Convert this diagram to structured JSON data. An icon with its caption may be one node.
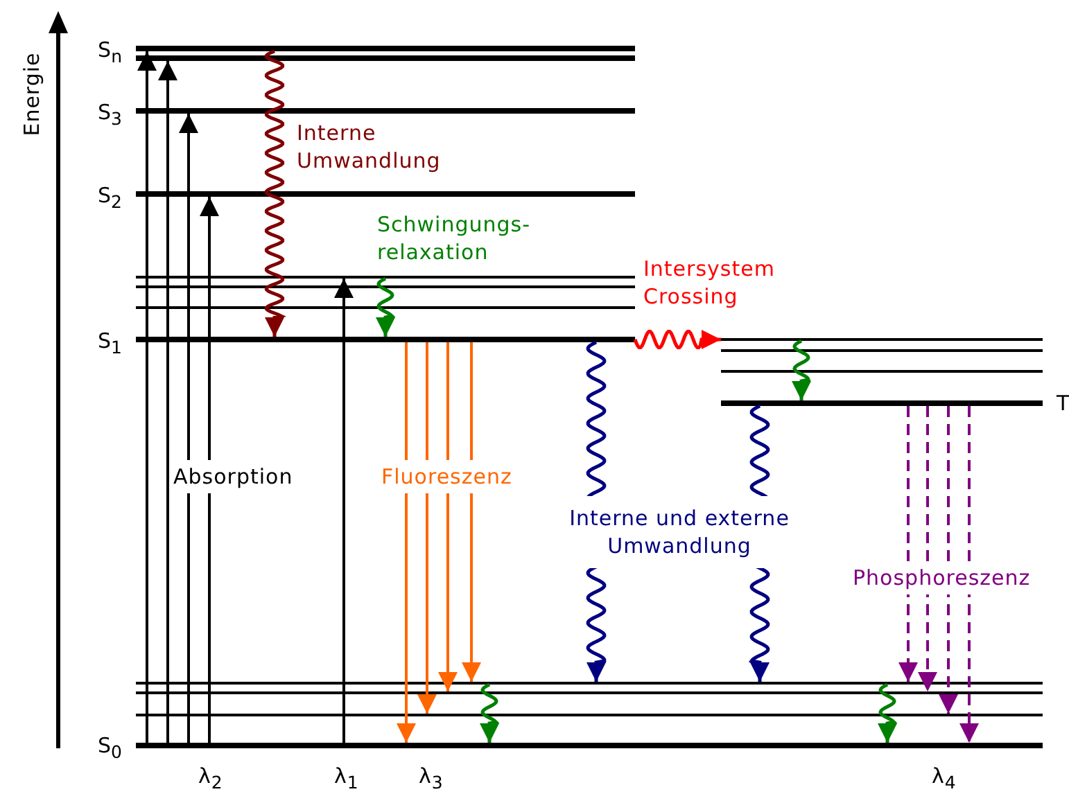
{
  "diagram": {
    "nodes": [
      {
        "text": [
          "S$_{n}$"
        ]
      },
      {
        "text": [],
        "shape": "bar"
      },
      {
        "text": [
          "S$_{3}$"
        ]
      },
      {
        "text": [
          "S$_{2}$"
        ]
      },
      {
        "text": [],
        "shape": "bar"
      },
      {
        "text": [],
        "shape": "bar"
      },
      {
        "text": [],
        "shape": "bar"
      },
      {
        "text": [
          "S$_{1}$"
        ]
      },
      {
        "text": [],
        "shape": "bar"
      },
      {
        "text": [],
        "shape": "bar"
      },
      {
        "text": [],
        "shape": "bar"
      },
      {
        "text": [
          "T"
        ]
      },
      {
        "text": [],
        "shape": "bar"
      },
      {
        "text": [],
        "shape": "bar"
      },
      {
        "text": [],
        "shape": "bar"
      },
      {
        "text": [
          "S$_{0}$"
        ]
      }
    ],
    "edges": [
      {
        "from": 15,
        "to": 0,
        "arrow": "to"
      },
      {
        "from": 15,
        "to": 1,
        "arrow": "to"
      },
      {
        "from": 15,
        "to": 2,
        "arrow": "to"
      },
      {
        "from": 15,
        "to": 3,
        "arrow": "to"
      },
      {
        "from": 15,
        "to": 4,
        "arrow": "to"
      },
      {
        "from": 0,
        "to": 7,
        "arrow": "to",
        "color": "#800000"
      },
      {
        "from": 4,
        "to": 7,
        "arrow": "to",
        "color": "#008000"
      },
      {
        "from": 7,
        "to": 15,
        "arrow": "to",
        "color": "#ff6600"
      },
      {
        "from": 7,
        "to": 14,
        "arrow": "to",
        "color": "#ff6600"
      },
      {
        "from": 7,
        "to": 13,
        "arrow": "to",
        "color": "#ff6600"
      },
      {
        "from": 7,
        "to": 12,
        "arrow": "to",
        "color": "#ff6600"
      },
      {
        "from": 12,
        "to": 15,
        "arrow": "to",
        "color": "#008000"
      },
      {
        "from": 7,
        "to": 8,
        "arrow": "to",
        "color": "#ff0000"
      },
      {
        "from": 7,
        "to": 12,
        "arrow": "to",
        "color": "#000080"
      },
      {
        "from": 8,
        "to": 11,
        "arrow": "to",
        "color": "#008000"
      },
      {
        "from": 11,
        "to": 12,
        "arrow": "to",
        "color": "#000080"
      },
      {
        "from": 11,
        "to": 12,
        "arrow": "to",
        "style": "dashed",
        "color": "#800080"
      },
      {
        "from": 11,
        "to": 13,
        "arrow": "to",
        "style": "dashed",
        "color": "#800080"
      },
      {
        "from": 11,
        "to": 14,
        "arrow": "to",
        "style": "dashed",
        "color": "#800080"
      },
      {
        "from": 11,
        "to": 15,
        "arrow": "to",
        "style": "dashed",
        "color": "#800080"
      },
      {
        "from": 12,
        "to": 15,
        "arrow": "to",
        "color": "#008000"
      }
    ],
    "labels": [
      "Energie",
      "Interne Umwandlung",
      "Schwingungs- relaxation",
      "Intersystem Crossing",
      "Absorption",
      "Fluoreszenz",
      "Interne und externe Umwandlung",
      "Phosphoreszenz",
      "λ$_{2}$",
      "λ$_{1}$",
      "λ$_{3}$",
      "λ$_{4}$"
    ]
  }
}
